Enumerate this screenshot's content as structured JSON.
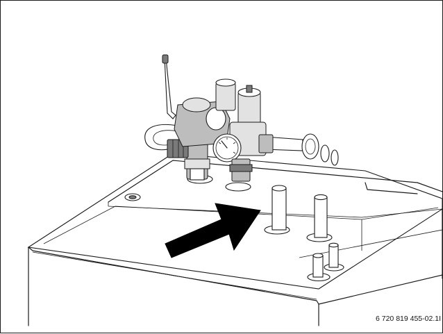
{
  "figure": {
    "id_label": "6 720 819 455-02.1I",
    "colors": {
      "outline": "#1a1a1a",
      "arrow": "#000000",
      "background": "#ffffff",
      "metal_shading": "#bdbdbd"
    },
    "icons": [
      "ball-valve-handle",
      "pressure-gauge",
      "air-vent",
      "pointer-arrow"
    ]
  }
}
